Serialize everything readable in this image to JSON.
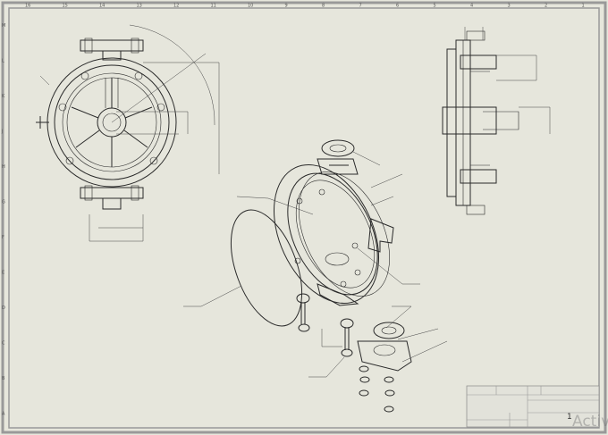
{
  "border": {
    "columns": [
      "16",
      "15",
      "14",
      "13",
      "12",
      "11",
      "10",
      "9",
      "8",
      "7",
      "6",
      "5",
      "4",
      "3",
      "2",
      "1"
    ],
    "rows": [
      "M",
      "L",
      "K",
      "J",
      "H",
      "G",
      "F",
      "E",
      "D",
      "C",
      "B",
      "A"
    ]
  },
  "title_block": {
    "sheet_number": "1"
  },
  "watermark": "Activ"
}
